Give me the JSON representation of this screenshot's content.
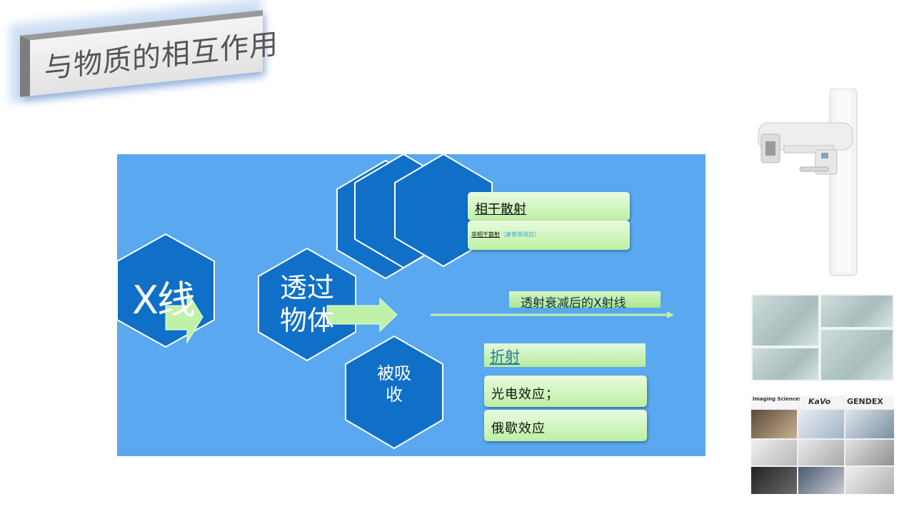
{
  "title": "与物质的相互作用",
  "diagram": {
    "xray_label": "X线",
    "through_label": "透过物体",
    "absorb_label": "被吸收",
    "coherent_scatter": "相干散射",
    "incoherent_scatter": "非相干散射",
    "incoherent_note": "（康普顿效应）",
    "transmitted_label": "透射衰减后的X射线",
    "refraction_label": "折射",
    "photoelectric_label": "光电效应；",
    "auger_label": "俄歇效应"
  },
  "logos": {
    "logo1": "Imaging Sciences International",
    "logo2": "KaVo",
    "logo3": "GENDEX"
  },
  "colors": {
    "panel": "#5aa8f0",
    "hexagon": "#1070c8",
    "arrow": "#b8f0a0"
  }
}
